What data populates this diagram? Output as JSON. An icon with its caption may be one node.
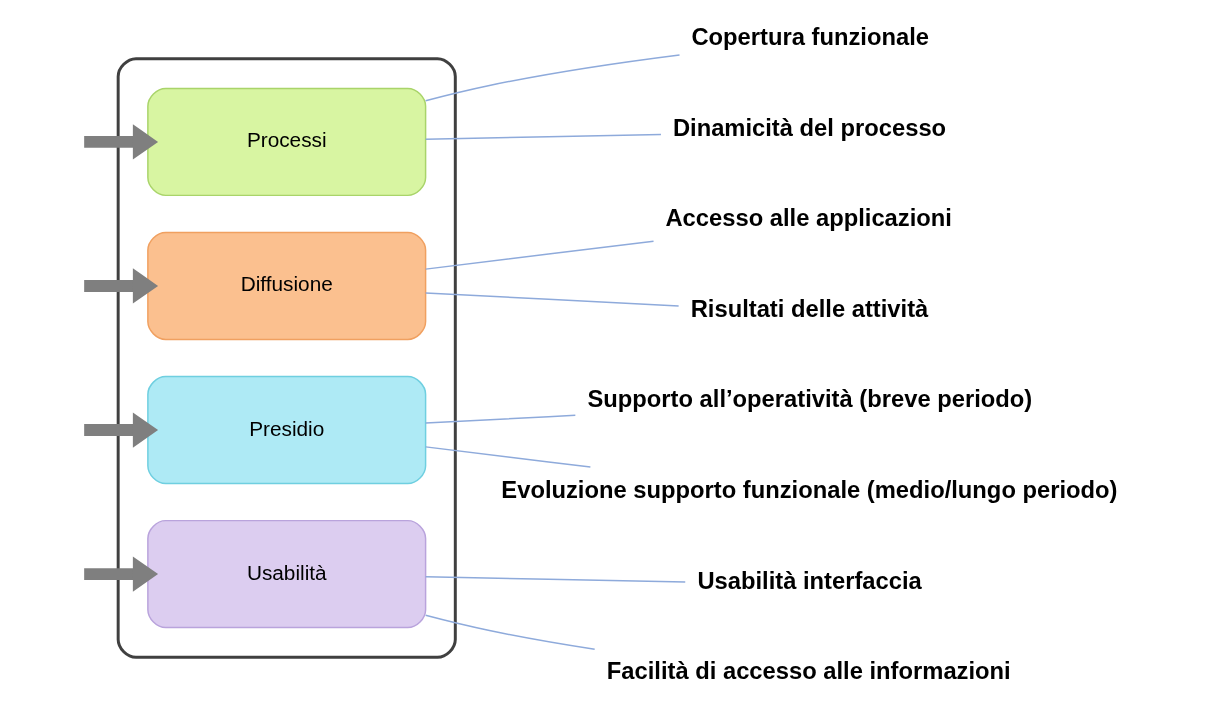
{
  "diagram": {
    "nodes": [
      {
        "text": [],
        "shape": "box"
      },
      {
        "text": [
          "Processi"
        ],
        "in": 0
      },
      {
        "text": [
          "Diffusione"
        ],
        "in": 0
      },
      {
        "text": [
          "Presidio"
        ],
        "in": 0
      },
      {
        "text": [
          "Usabilità"
        ],
        "in": 0
      },
      {
        "text": [
          "Copertura funzionale"
        ]
      },
      {
        "text": [
          "Dinamicità del processo"
        ]
      },
      {
        "text": [
          "Accesso alle applicazioni"
        ]
      },
      {
        "text": [
          "Risultati delle attività"
        ]
      },
      {
        "text": [
          "Supporto all’operatività (breve periodo)"
        ]
      },
      {
        "text": [
          "Evoluzione supporto funzionale (medio/lungo periodo)"
        ]
      },
      {
        "text": [
          "Usabilità interfaccia"
        ]
      },
      {
        "text": [
          "Facilità di accesso alle informazioni"
        ]
      }
    ],
    "edges": [
      {
        "from": null,
        "to": 1,
        "arrow": "to",
        "style": "thick",
        "color": "#7f7f7f"
      },
      {
        "from": null,
        "to": 2,
        "arrow": "to",
        "style": "thick",
        "color": "#7f7f7f"
      },
      {
        "from": null,
        "to": 3,
        "arrow": "to",
        "style": "thick",
        "color": "#7f7f7f"
      },
      {
        "from": null,
        "to": 4,
        "arrow": "to",
        "style": "thick",
        "color": "#7f7f7f"
      },
      {
        "from": 1,
        "to": 5,
        "arrow": "none"
      },
      {
        "from": 1,
        "to": 6,
        "arrow": "none"
      },
      {
        "from": 2,
        "to": 7,
        "arrow": "none"
      },
      {
        "from": 2,
        "to": 8,
        "arrow": "none"
      },
      {
        "from": 3,
        "to": 9,
        "arrow": "none"
      },
      {
        "from": 3,
        "to": 10,
        "arrow": "none"
      },
      {
        "from": 4,
        "to": 11,
        "arrow": "none"
      },
      {
        "from": 4,
        "to": 12,
        "arrow": "none"
      }
    ]
  }
}
